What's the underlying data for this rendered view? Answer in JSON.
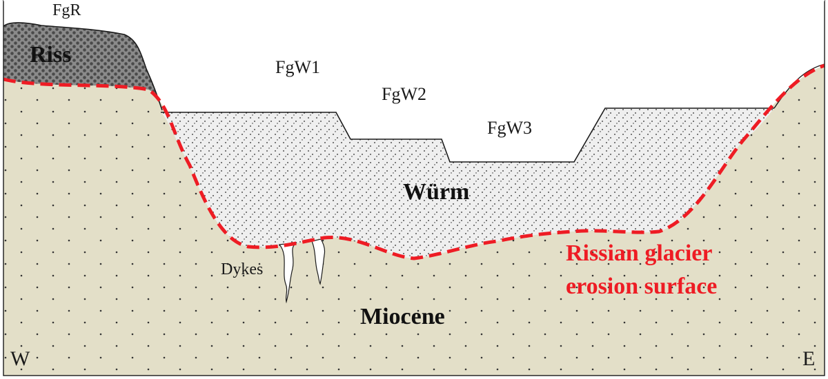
{
  "diagram": {
    "deposits": {
      "riss_terrace": "FgR",
      "wurm_terrace_1": "FgW1",
      "wurm_terrace_2": "FgW2",
      "wurm_terrace_3": "FgW3"
    },
    "units": {
      "riss": "Riss",
      "wurm": "Würm",
      "miocene": "Miocene"
    },
    "features": {
      "dykes": "Dykes"
    },
    "erosion_surface": {
      "line1": "Rissian glacier",
      "line2": "erosion surface"
    },
    "orientation": {
      "west": "W",
      "east": "E"
    },
    "colors": {
      "miocene_fill": "#e3dfc8",
      "wurm_fill": "#efefef",
      "riss_fill": "#8a8a8a",
      "erosion_line": "#ee1c24",
      "outline": "#1a1a1a"
    }
  }
}
